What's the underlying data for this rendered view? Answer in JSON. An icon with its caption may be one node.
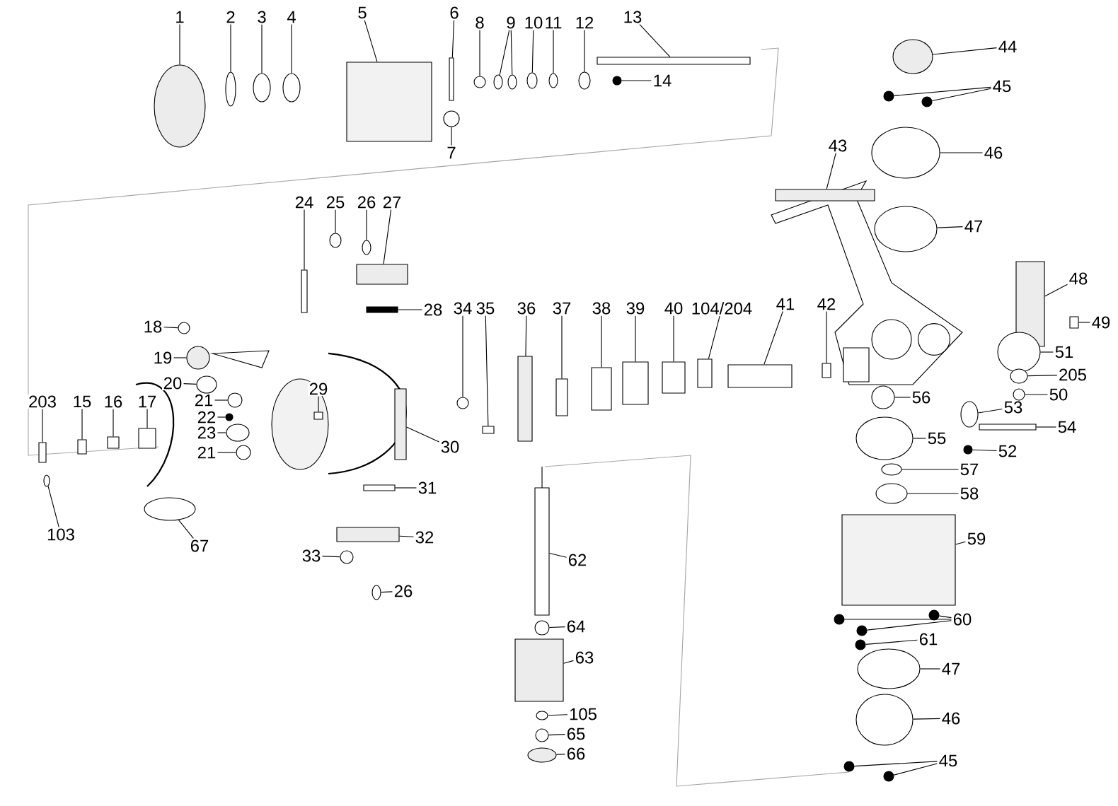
{
  "diagram": {
    "nodes": [
      {
        "text": [
          "1"
        ]
      },
      {
        "text": [
          "2"
        ]
      },
      {
        "text": [
          "3"
        ]
      },
      {
        "text": [
          "4"
        ]
      },
      {
        "text": [
          "5"
        ]
      },
      {
        "text": [
          "6"
        ]
      },
      {
        "text": [
          "7"
        ]
      },
      {
        "text": [
          "8"
        ]
      },
      {
        "text": [
          "9"
        ]
      },
      {
        "text": [
          "10"
        ]
      },
      {
        "text": [
          "11"
        ]
      },
      {
        "text": [
          "12"
        ]
      },
      {
        "text": [
          "13"
        ]
      },
      {
        "text": [
          "14"
        ]
      },
      {
        "text": [
          "44"
        ]
      },
      {
        "text": [
          "45"
        ]
      },
      {
        "text": [
          "46"
        ]
      },
      {
        "text": [
          "47"
        ]
      },
      {
        "text": [
          "48"
        ]
      },
      {
        "text": [
          "49"
        ]
      },
      {
        "text": [
          "51"
        ]
      },
      {
        "text": [
          "205"
        ]
      },
      {
        "text": [
          "50"
        ]
      },
      {
        "text": [
          "53"
        ]
      },
      {
        "text": [
          "54"
        ]
      },
      {
        "text": [
          "55"
        ]
      },
      {
        "text": [
          "52"
        ]
      },
      {
        "text": [
          "56"
        ]
      },
      {
        "text": [
          "43"
        ]
      },
      {
        "text": [
          "24"
        ]
      },
      {
        "text": [
          "25"
        ]
      },
      {
        "text": [
          "26"
        ]
      },
      {
        "text": [
          "27"
        ]
      },
      {
        "text": [
          "28"
        ]
      },
      {
        "text": [
          "34"
        ]
      },
      {
        "text": [
          "35"
        ]
      },
      {
        "text": [
          "36"
        ]
      },
      {
        "text": [
          "37"
        ]
      },
      {
        "text": [
          "38"
        ]
      },
      {
        "text": [
          "39"
        ]
      },
      {
        "text": [
          "40"
        ]
      },
      {
        "text": [
          "104/204"
        ]
      },
      {
        "text": [
          "41"
        ]
      },
      {
        "text": [
          "42"
        ]
      },
      {
        "text": [
          "18"
        ]
      },
      {
        "text": [
          "19"
        ]
      },
      {
        "text": [
          "20"
        ]
      },
      {
        "text": [
          "21"
        ]
      },
      {
        "text": [
          "22"
        ]
      },
      {
        "text": [
          "23"
        ]
      },
      {
        "text": [
          "21"
        ]
      },
      {
        "text": [
          "203"
        ]
      },
      {
        "text": [
          "15"
        ]
      },
      {
        "text": [
          "16"
        ]
      },
      {
        "text": [
          "17"
        ]
      },
      {
        "text": [
          "29"
        ]
      },
      {
        "text": [
          "30"
        ]
      },
      {
        "text": [
          "31"
        ]
      },
      {
        "text": [
          "32"
        ]
      },
      {
        "text": [
          "33"
        ]
      },
      {
        "text": [
          "26"
        ]
      },
      {
        "text": [
          "67"
        ]
      },
      {
        "text": [
          "103"
        ]
      },
      {
        "text": [
          "62"
        ]
      },
      {
        "text": [
          "64"
        ]
      },
      {
        "text": [
          "63"
        ]
      },
      {
        "text": [
          "105"
        ]
      },
      {
        "text": [
          "65"
        ]
      },
      {
        "text": [
          "66"
        ]
      },
      {
        "text": [
          "57"
        ]
      },
      {
        "text": [
          "58"
        ]
      },
      {
        "text": [
          "59"
        ]
      },
      {
        "text": [
          "60"
        ]
      },
      {
        "text": [
          "61"
        ]
      },
      {
        "text": [
          "47"
        ]
      },
      {
        "text": [
          "46"
        ]
      },
      {
        "text": [
          "45"
        ]
      },
      {
        "text": [],
        "shape": "circle"
      },
      {
        "text": [],
        "shape": "circle"
      },
      {
        "text": [],
        "shape": "circle"
      },
      {
        "text": [],
        "shape": "circle"
      },
      {
        "text": [],
        "shape": "box"
      },
      {
        "text": [],
        "shape": "box"
      },
      {
        "text": [],
        "shape": "circle"
      },
      {
        "text": [],
        "shape": "circle"
      },
      {
        "text": [],
        "shape": "circle"
      },
      {
        "text": [],
        "shape": "circle"
      },
      {
        "text": [],
        "shape": "circle"
      },
      {
        "text": [],
        "shape": "circle"
      },
      {
        "text": [],
        "shape": "circle"
      },
      {
        "text": [],
        "shape": "box"
      },
      {
        "text": [],
        "shape": "circle"
      },
      {
        "text": [],
        "shape": "circle"
      },
      {
        "text": [],
        "shape": "circle"
      },
      {
        "text": [],
        "shape": "circle"
      },
      {
        "text": [],
        "shape": "circle"
      },
      {
        "text": [],
        "shape": "circle"
      },
      {
        "text": [],
        "shape": "box"
      },
      {
        "text": [],
        "shape": "box"
      },
      {
        "text": [],
        "shape": "circle"
      },
      {
        "text": [],
        "shape": "circle"
      },
      {
        "text": [],
        "shape": "circle"
      },
      {
        "text": [],
        "shape": "circle"
      },
      {
        "text": [],
        "shape": "box"
      },
      {
        "text": [],
        "shape": "circle"
      },
      {
        "text": [],
        "shape": "circle"
      },
      {
        "text": [],
        "shape": "circle"
      },
      {
        "text": [],
        "shape": "box"
      },
      {
        "text": [],
        "shape": "box"
      },
      {
        "text": [],
        "shape": "circle"
      },
      {
        "text": [],
        "shape": "circle"
      },
      {
        "text": [],
        "shape": "box"
      },
      {
        "text": [],
        "shape": "box"
      },
      {
        "text": [],
        "shape": "circle"
      },
      {
        "text": [],
        "shape": "box"
      },
      {
        "text": [],
        "shape": "box"
      },
      {
        "text": [],
        "shape": "box"
      },
      {
        "text": [],
        "shape": "box"
      },
      {
        "text": [],
        "shape": "box"
      },
      {
        "text": [],
        "shape": "box"
      },
      {
        "text": [],
        "shape": "box"
      },
      {
        "text": [],
        "shape": "box"
      },
      {
        "text": [],
        "shape": "box"
      },
      {
        "text": [],
        "shape": "circle"
      },
      {
        "text": [],
        "shape": "circle"
      },
      {
        "text": [],
        "shape": "circle"
      },
      {
        "text": [],
        "shape": "circle"
      },
      {
        "text": [],
        "shape": "circle"
      },
      {
        "text": [],
        "shape": "circle"
      },
      {
        "text": [],
        "shape": "circle"
      },
      {
        "text": [],
        "shape": "box"
      },
      {
        "text": [],
        "shape": "box"
      },
      {
        "text": [],
        "shape": "box"
      },
      {
        "text": [],
        "shape": "box"
      },
      {
        "text": [],
        "shape": "box"
      },
      {
        "text": [],
        "shape": "box"
      },
      {
        "text": [],
        "shape": "box"
      },
      {
        "text": [],
        "shape": "box"
      },
      {
        "text": [],
        "shape": "circle"
      },
      {
        "text": [],
        "shape": "circle"
      },
      {
        "text": [],
        "shape": "circle"
      },
      {
        "text": [],
        "shape": "circle"
      },
      {
        "text": [],
        "shape": "box"
      },
      {
        "text": [],
        "shape": "circle"
      },
      {
        "text": [],
        "shape": "box"
      },
      {
        "text": [],
        "shape": "circle"
      },
      {
        "text": [],
        "shape": "circle"
      },
      {
        "text": [],
        "shape": "circle"
      },
      {
        "text": [],
        "shape": "circle"
      },
      {
        "text": [],
        "shape": "circle"
      },
      {
        "text": [],
        "shape": "box"
      },
      {
        "text": [],
        "shape": "circle"
      },
      {
        "text": [],
        "shape": "circle"
      },
      {
        "text": [],
        "shape": "circle"
      },
      {
        "text": [],
        "shape": "circle"
      },
      {
        "text": [],
        "shape": "circle"
      },
      {
        "text": [],
        "shape": "circle"
      },
      {
        "text": [],
        "shape": "circle"
      },
      {
        "text": [],
        "shape": "circle"
      }
    ],
    "edges": [
      {
        "from": 0,
        "to": 77,
        "arrow": "none"
      },
      {
        "from": 1,
        "to": 78,
        "arrow": "none"
      },
      {
        "from": 2,
        "to": 79,
        "arrow": "none"
      },
      {
        "from": 3,
        "to": 80,
        "arrow": "none"
      },
      {
        "from": 4,
        "to": 81,
        "arrow": "none"
      },
      {
        "from": 5,
        "to": 82,
        "arrow": "none"
      },
      {
        "from": 6,
        "to": 83,
        "arrow": "none"
      },
      {
        "from": 7,
        "to": 84,
        "arrow": "none"
      },
      {
        "from": 8,
        "to": 85,
        "arrow": "none"
      },
      {
        "from": 8,
        "to": 86,
        "arrow": "none"
      },
      {
        "from": 9,
        "to": 87,
        "arrow": "none"
      },
      {
        "from": 10,
        "to": 88,
        "arrow": "none"
      },
      {
        "from": 11,
        "to": 89,
        "arrow": "none"
      },
      {
        "from": 12,
        "to": 90,
        "arrow": "none"
      },
      {
        "from": 13,
        "to": 91,
        "arrow": "none"
      },
      {
        "from": 14,
        "to": 92,
        "arrow": "none"
      },
      {
        "from": 15,
        "to": 93,
        "arrow": "none"
      },
      {
        "from": 15,
        "to": 94,
        "arrow": "none"
      },
      {
        "from": 16,
        "to": 95,
        "arrow": "none"
      },
      {
        "from": 17,
        "to": 96,
        "arrow": "none"
      },
      {
        "from": 18,
        "to": 97,
        "arrow": "none"
      },
      {
        "from": 19,
        "to": 98,
        "arrow": "none"
      },
      {
        "from": 20,
        "to": 99,
        "arrow": "none"
      },
      {
        "from": 21,
        "to": 100,
        "arrow": "none"
      },
      {
        "from": 22,
        "to": 101,
        "arrow": "none"
      },
      {
        "from": 23,
        "to": 102,
        "arrow": "none"
      },
      {
        "from": 24,
        "to": 103,
        "arrow": "none"
      },
      {
        "from": 25,
        "to": 104,
        "arrow": "none"
      },
      {
        "from": 26,
        "to": 105,
        "arrow": "none"
      },
      {
        "from": 27,
        "to": 106,
        "arrow": "none"
      },
      {
        "from": 28,
        "to": 107,
        "arrow": "none"
      },
      {
        "from": 29,
        "to": 108,
        "arrow": "none"
      },
      {
        "from": 30,
        "to": 109,
        "arrow": "none"
      },
      {
        "from": 31,
        "to": 110,
        "arrow": "none"
      },
      {
        "from": 32,
        "to": 111,
        "arrow": "none"
      },
      {
        "from": 33,
        "to": 112,
        "arrow": "none"
      },
      {
        "from": 34,
        "to": 113,
        "arrow": "none"
      },
      {
        "from": 35,
        "to": 114,
        "arrow": "none"
      },
      {
        "from": 36,
        "to": 115,
        "arrow": "none"
      },
      {
        "from": 37,
        "to": 116,
        "arrow": "none"
      },
      {
        "from": 38,
        "to": 117,
        "arrow": "none"
      },
      {
        "from": 39,
        "to": 118,
        "arrow": "none"
      },
      {
        "from": 40,
        "to": 119,
        "arrow": "none"
      },
      {
        "from": 41,
        "to": 120,
        "arrow": "none"
      },
      {
        "from": 42,
        "to": 121,
        "arrow": "none"
      },
      {
        "from": 43,
        "to": 122,
        "arrow": "none"
      },
      {
        "from": 44,
        "to": 123,
        "arrow": "none"
      },
      {
        "from": 45,
        "to": 124,
        "arrow": "none"
      },
      {
        "from": 46,
        "to": 125,
        "arrow": "none"
      },
      {
        "from": 47,
        "to": 126,
        "arrow": "none"
      },
      {
        "from": 48,
        "to": 127,
        "arrow": "none"
      },
      {
        "from": 49,
        "to": 128,
        "arrow": "none"
      },
      {
        "from": 50,
        "to": 129,
        "arrow": "none"
      },
      {
        "from": 51,
        "to": 130,
        "arrow": "none"
      },
      {
        "from": 52,
        "to": 131,
        "arrow": "none"
      },
      {
        "from": 53,
        "to": 132,
        "arrow": "none"
      },
      {
        "from": 54,
        "to": 133,
        "arrow": "none"
      },
      {
        "from": 55,
        "to": 134,
        "arrow": "none"
      },
      {
        "from": 56,
        "to": 135,
        "arrow": "none"
      },
      {
        "from": 57,
        "to": 136,
        "arrow": "none"
      },
      {
        "from": 58,
        "to": 137,
        "arrow": "none"
      },
      {
        "from": 59,
        "to": 138,
        "arrow": "none"
      },
      {
        "from": 60,
        "to": 139,
        "arrow": "none"
      },
      {
        "from": 61,
        "to": 140,
        "arrow": "none"
      },
      {
        "from": 62,
        "to": 141,
        "arrow": "none"
      },
      {
        "from": 63,
        "to": 142,
        "arrow": "none"
      },
      {
        "from": 64,
        "to": 143,
        "arrow": "none"
      },
      {
        "from": 65,
        "to": 144,
        "arrow": "none"
      },
      {
        "from": 66,
        "to": 145,
        "arrow": "none"
      },
      {
        "from": 67,
        "to": 146,
        "arrow": "none"
      },
      {
        "from": 68,
        "to": 147,
        "arrow": "none"
      },
      {
        "from": 69,
        "to": 148,
        "arrow": "none"
      },
      {
        "from": 70,
        "to": 149,
        "arrow": "none"
      },
      {
        "from": 71,
        "to": 150,
        "arrow": "none"
      },
      {
        "from": 72,
        "to": 151,
        "arrow": "none"
      },
      {
        "from": 72,
        "to": 152,
        "arrow": "none"
      },
      {
        "from": 72,
        "to": 153,
        "arrow": "none"
      },
      {
        "from": 73,
        "to": 154,
        "arrow": "none"
      },
      {
        "from": 74,
        "to": 155,
        "arrow": "none"
      },
      {
        "from": 75,
        "to": 156,
        "arrow": "none"
      },
      {
        "from": 76,
        "to": 157,
        "arrow": "none"
      },
      {
        "from": 76,
        "to": 158,
        "arrow": "none"
      }
    ]
  }
}
